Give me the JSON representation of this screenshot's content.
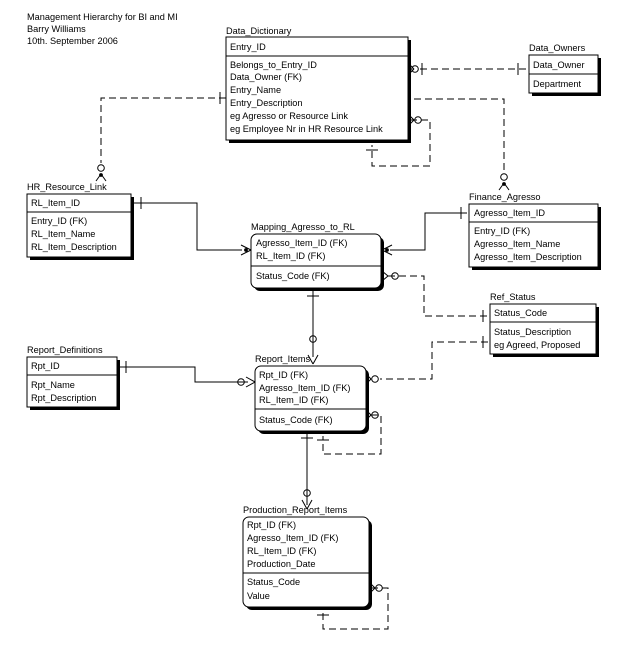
{
  "header": {
    "lines": [
      "Management Hierarchy for BI and MI",
      "Barry Williams",
      "10th. September 2006"
    ]
  },
  "entities": {
    "data_dictionary": {
      "name": "Data_Dictionary",
      "keys": [
        "Entry_ID"
      ],
      "attributes": [
        "Belongs_to_Entry_ID",
        "Data_Owner (FK)",
        "Entry_Name",
        "Entry_Description",
        "eg Agresso or Resource Link",
        "eg Employee Nr in HR Resource Link"
      ]
    },
    "data_owners": {
      "name": "Data_Owners",
      "keys": [
        "Data_Owner"
      ],
      "attributes": [
        "Department"
      ]
    },
    "hr_resource_link": {
      "name": "HR_Resource_Link",
      "keys": [
        "RL_Item_ID"
      ],
      "attributes": [
        "Entry_ID (FK)",
        "RL_Item_Name",
        "RL_Item_Description"
      ]
    },
    "mapping_agresso_to_rl": {
      "name": "Mapping_Agresso_to_RL",
      "keys": [
        "Agresso_Item_ID (FK)",
        "RL_Item_ID (FK)"
      ],
      "attributes": [
        "Status_Code (FK)"
      ]
    },
    "finance_agresso": {
      "name": "Finance_Agresso",
      "keys": [
        "Agresso_Item_ID"
      ],
      "attributes": [
        "Entry_ID (FK)",
        "Agresso_Item_Name",
        "Agresso_Item_Description"
      ]
    },
    "ref_status": {
      "name": "Ref_Status",
      "keys": [
        "Status_Code"
      ],
      "attributes": [
        "Status_Description",
        "eg Agreed, Proposed"
      ]
    },
    "report_definitions": {
      "name": "Report_Definitions",
      "keys": [
        "Rpt_ID"
      ],
      "attributes": [
        "Rpt_Name",
        "Rpt_Description"
      ]
    },
    "report_items": {
      "name": "Report_Items",
      "keys": [
        "Rpt_ID (FK)",
        "Agresso_Item_ID (FK)",
        "RL_Item_ID (FK)"
      ],
      "attributes": [
        "Status_Code (FK)"
      ]
    },
    "production_report_items": {
      "name": "Production_Report_Items",
      "keys": [
        "Rpt_ID (FK)",
        "Agresso_Item_ID (FK)",
        "RL_Item_ID (FK)",
        "Production_Date"
      ],
      "attributes": [
        "Status_Code",
        "Value"
      ]
    }
  }
}
